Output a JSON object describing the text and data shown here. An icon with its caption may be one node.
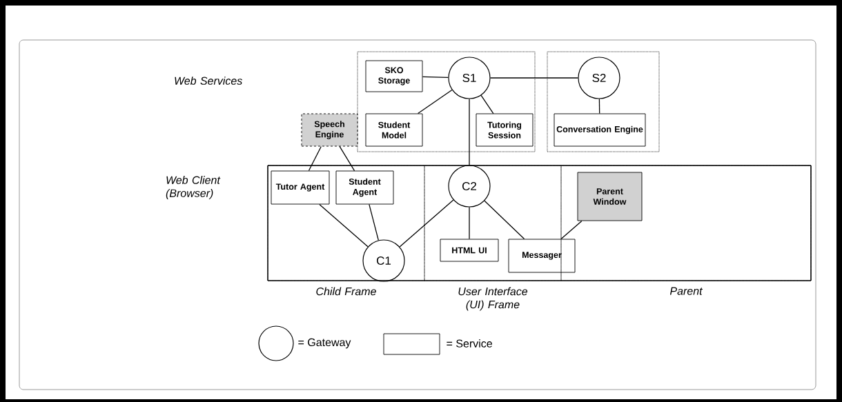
{
  "diagram": {
    "nodes": [
      {
        "text": [],
        "shape": "box"
      },
      {
        "text": [
          "SKO Storage"
        ],
        "in": 0
      },
      {
        "text": [
          "S1"
        ],
        "in": 0
      },
      {
        "text": [
          "Student Model"
        ],
        "in": 0
      },
      {
        "text": [
          "Tutoring Session"
        ],
        "in": 0
      },
      {
        "text": [],
        "shape": "box"
      },
      {
        "text": [
          "S2"
        ],
        "in": 5
      },
      {
        "text": [
          "Conversation Engine"
        ],
        "in": 5
      },
      {
        "text": [
          "Speech Engine"
        ]
      },
      {
        "text": [
          "Child Frame"
        ]
      },
      {
        "text": [
          "Tutor Agent"
        ],
        "in": 9
      },
      {
        "text": [
          "Student Agent"
        ],
        "in": 9
      },
      {
        "text": [
          "C1"
        ],
        "in": 9
      },
      {
        "text": [
          "User Interface (UI) Frame"
        ]
      },
      {
        "text": [
          "C2"
        ],
        "in": 13
      },
      {
        "text": [
          "HTML UI"
        ],
        "in": 13
      },
      {
        "text": [
          "Messager"
        ]
      },
      {
        "text": [
          "Parent"
        ]
      },
      {
        "text": [
          "Parent Window"
        ],
        "in": 17
      }
    ],
    "edges": [
      {
        "from": 2,
        "to": 1,
        "arrow": "none"
      },
      {
        "from": 2,
        "to": 3,
        "arrow": "none"
      },
      {
        "from": 2,
        "to": 4,
        "arrow": "none"
      },
      {
        "from": 2,
        "to": 6,
        "arrow": "none"
      },
      {
        "from": 6,
        "to": 7,
        "arrow": "none"
      },
      {
        "from": 8,
        "to": 10,
        "arrow": "none"
      },
      {
        "from": 8,
        "to": 11,
        "arrow": "none"
      },
      {
        "from": 10,
        "to": 12,
        "arrow": "none"
      },
      {
        "from": 11,
        "to": 12,
        "arrow": "none"
      },
      {
        "from": 12,
        "to": 14,
        "arrow": "none"
      },
      {
        "from": 2,
        "to": 14,
        "arrow": "none"
      },
      {
        "from": 14,
        "to": 15,
        "arrow": "none"
      },
      {
        "from": 14,
        "to": 16,
        "arrow": "none"
      },
      {
        "from": 16,
        "to": 18,
        "arrow": "none"
      }
    ],
    "labels": [
      "Web Services",
      "Web Client (Browser)"
    ],
    "legend": [
      {
        "text": "= Gateway"
      },
      {
        "text": "= Service"
      }
    ]
  }
}
